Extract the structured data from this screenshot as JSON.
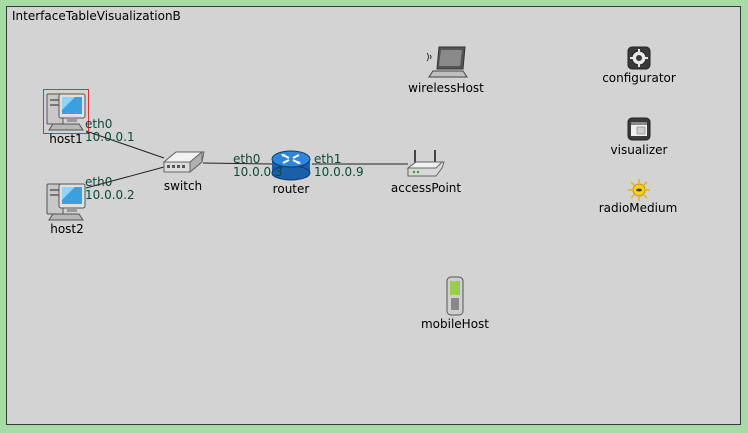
{
  "network": {
    "title": "InterfaceTableVisualizationB"
  },
  "nodes": {
    "host1": {
      "label": "host1"
    },
    "host2": {
      "label": "host2"
    },
    "switch": {
      "label": "switch"
    },
    "router": {
      "label": "router"
    },
    "accessPoint": {
      "label": "accessPoint"
    },
    "wirelessHost": {
      "label": "wirelessHost"
    },
    "mobileHost": {
      "label": "mobileHost"
    },
    "configurator": {
      "label": "configurator"
    },
    "visualizer": {
      "label": "visualizer"
    },
    "radioMedium": {
      "label": "radioMedium"
    }
  },
  "interfaces": {
    "host1_eth0": {
      "name": "eth0",
      "address": "10.0.0.1"
    },
    "host2_eth0": {
      "name": "eth0",
      "address": "10.0.0.2"
    },
    "router_eth0": {
      "name": "eth0",
      "address": "10.0.0.3"
    },
    "router_eth1": {
      "name": "eth1",
      "address": "10.0.0.9"
    }
  },
  "colors": {
    "background": "#a6dba6",
    "canvas": "#d3d3d3",
    "interface_text": "#0a4a3a",
    "selection": "#e03030"
  },
  "icons": {
    "host": "desktop-computer-icon",
    "switch": "network-switch-icon",
    "router": "router-icon",
    "accessPoint": "wireless-access-point-icon",
    "wirelessHost": "laptop-icon",
    "mobileHost": "mobile-phone-icon",
    "configurator": "gear-icon",
    "visualizer": "window-icon",
    "radioMedium": "sun-icon"
  }
}
